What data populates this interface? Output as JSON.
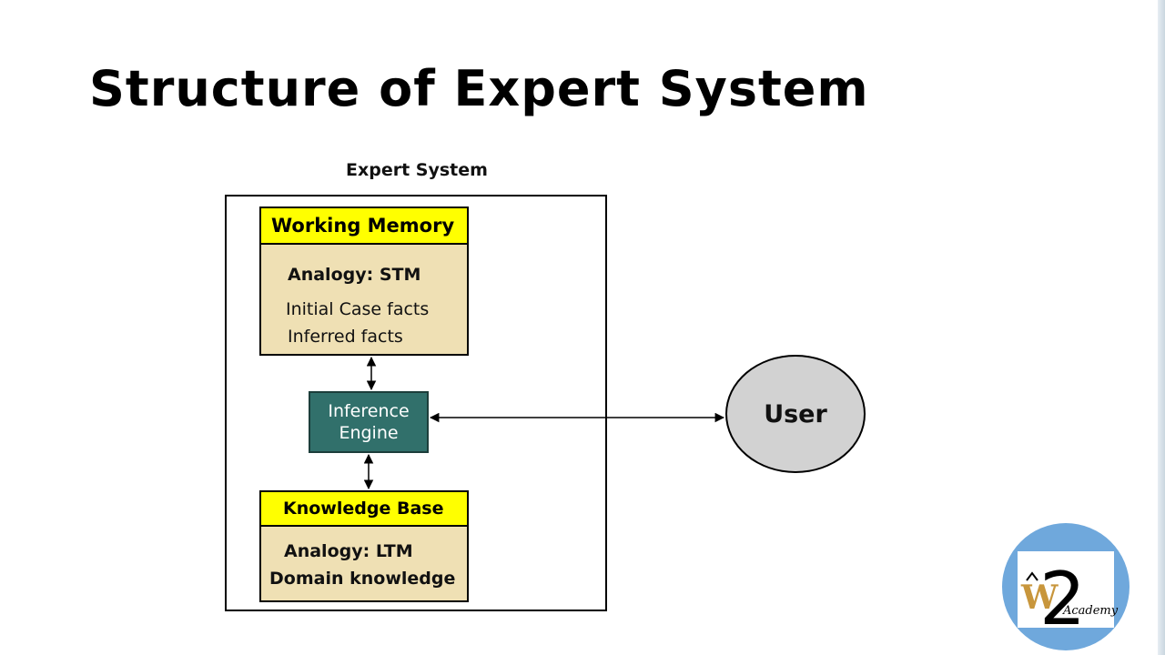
{
  "slide": {
    "title": "Structure of Expert System"
  },
  "diagram": {
    "system_label": "Expert System",
    "working_memory": {
      "title": "Working Memory",
      "analogy": "Analogy: STM",
      "items": [
        "Initial Case facts",
        "Inferred facts"
      ]
    },
    "inference_engine": {
      "lines": [
        "Inference",
        "Engine"
      ]
    },
    "knowledge_base": {
      "title": "Knowledge Base",
      "analogy": "Analogy: LTM",
      "items": [
        "Domain knowledge"
      ]
    },
    "user": {
      "label": "User"
    }
  },
  "logo": {
    "letter_w": "W",
    "digit": "2",
    "word": "Academy"
  },
  "colors": {
    "module_header": "#ffff00",
    "module_body": "#efe0b4",
    "engine": "#31706b",
    "user": "#d2d2d2",
    "logo_ring": "#6fa8dc"
  }
}
